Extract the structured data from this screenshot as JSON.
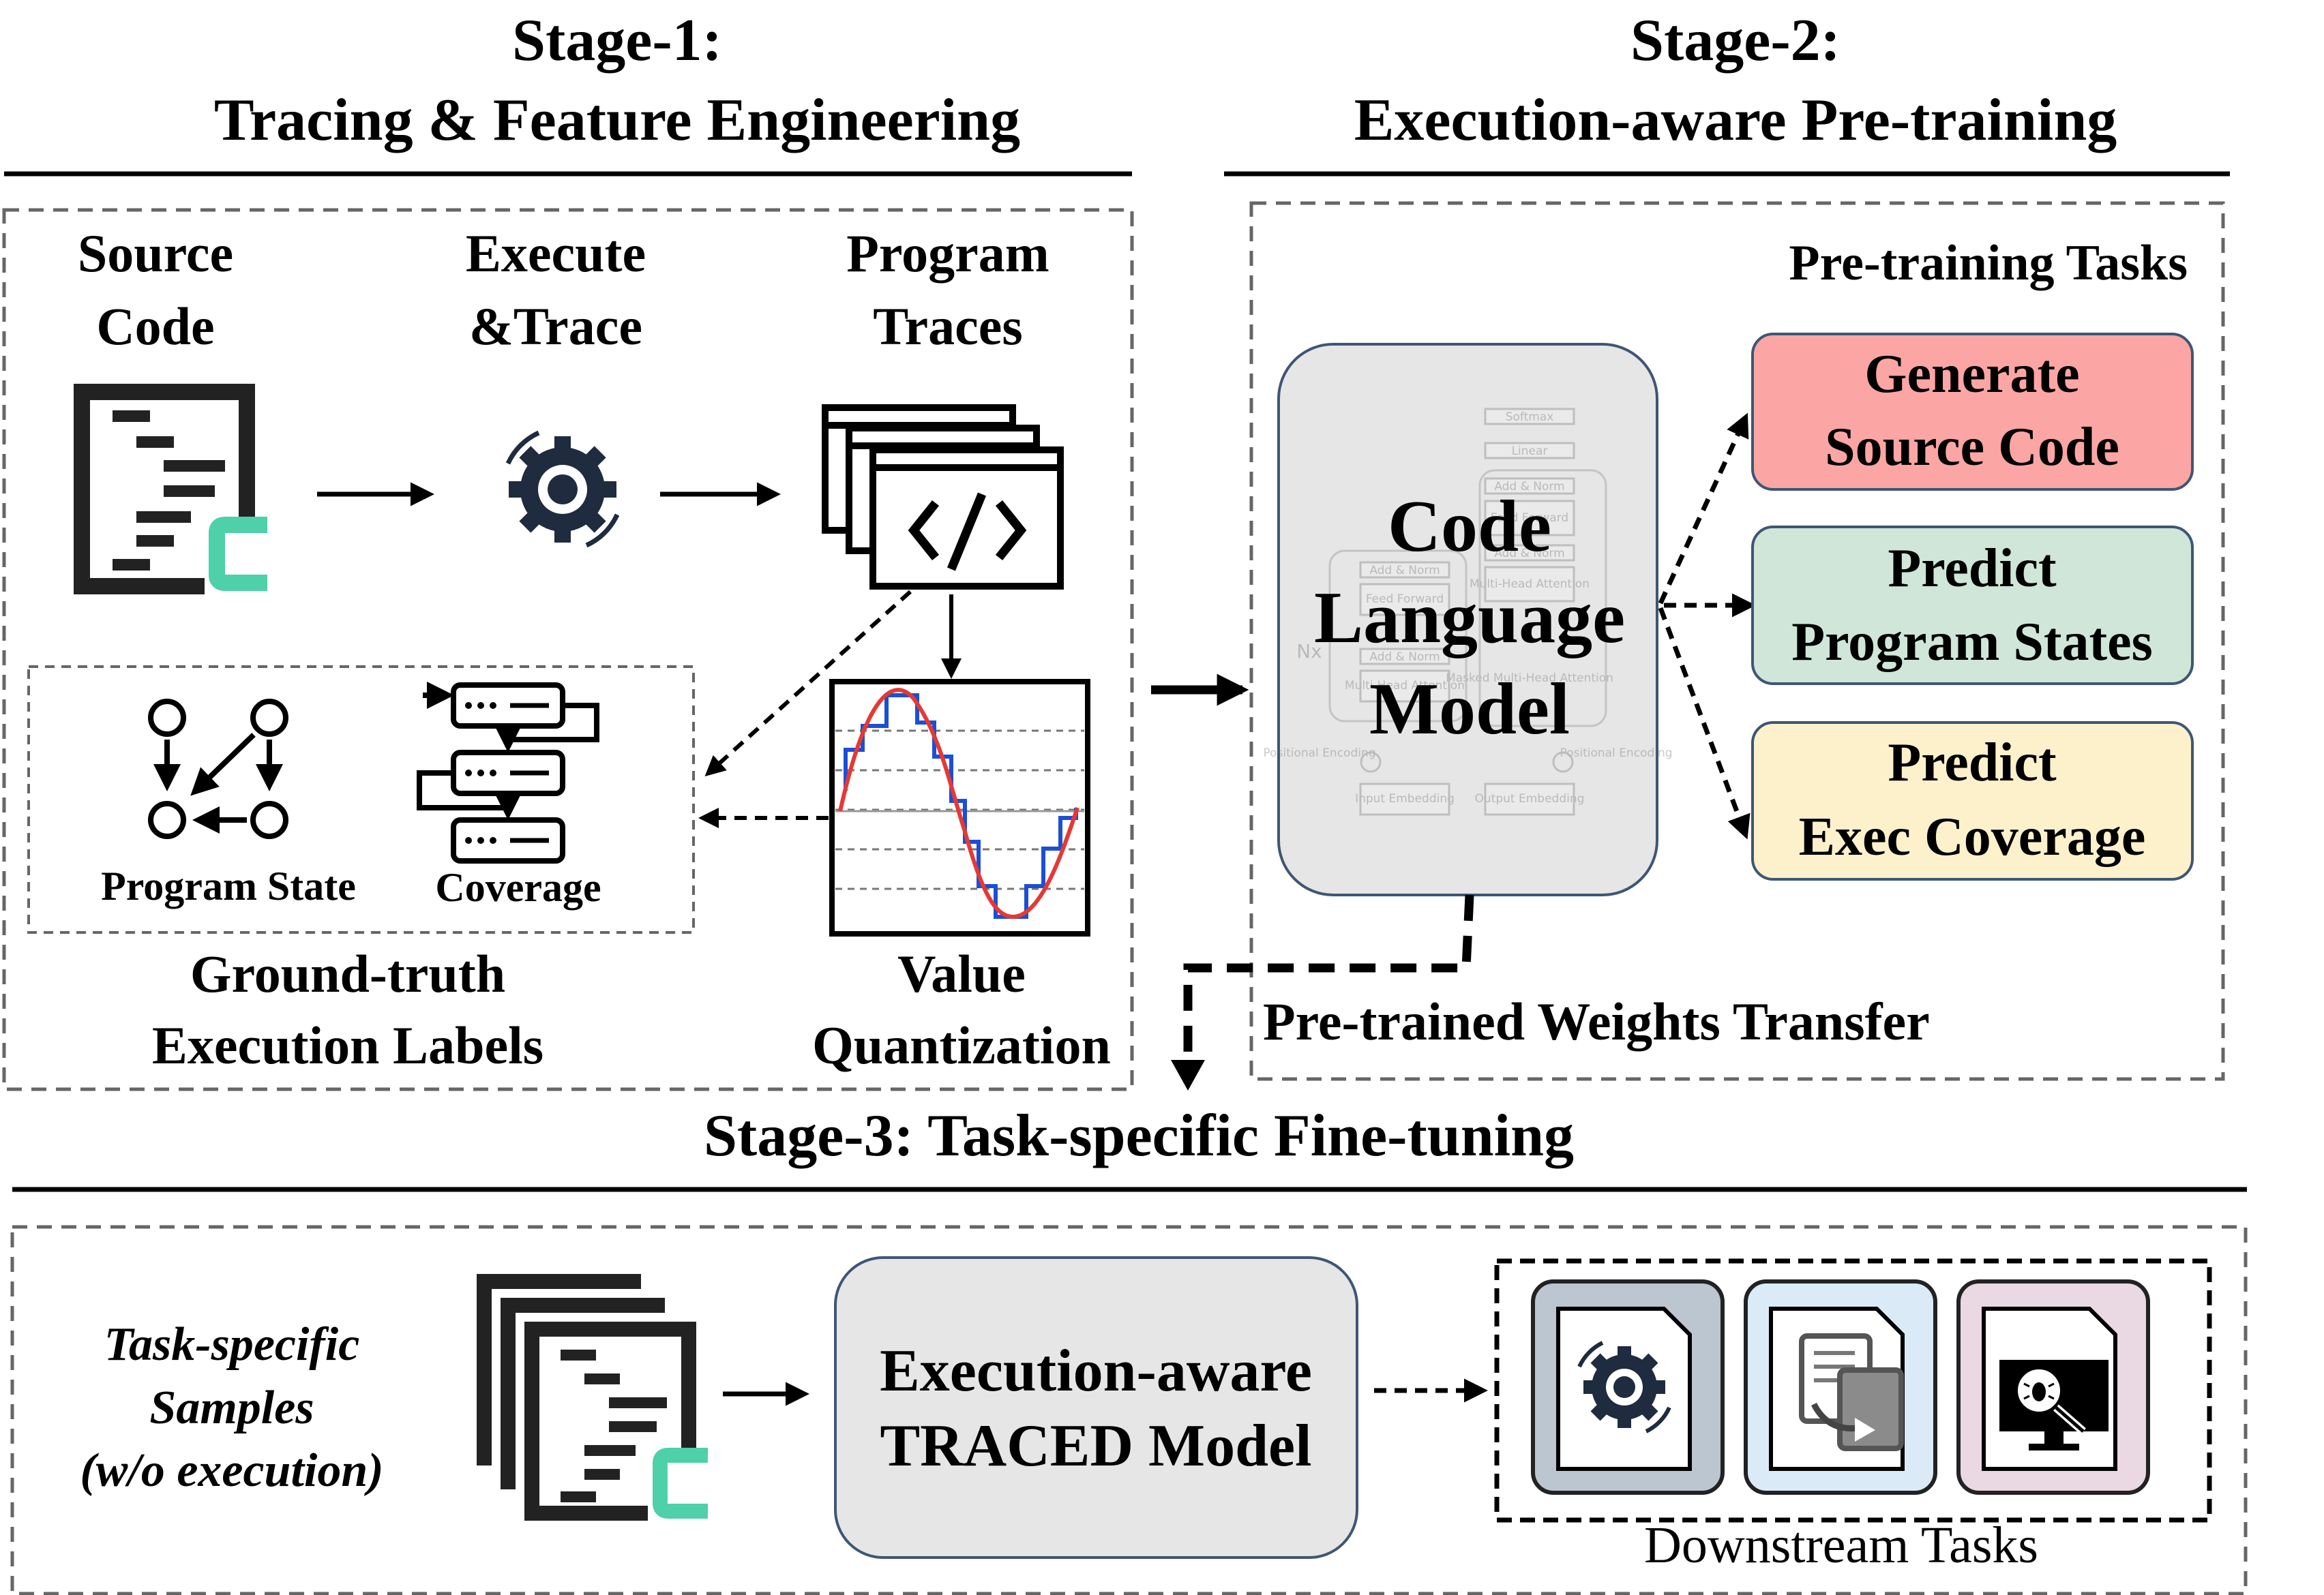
{
  "stage1": {
    "heading_line1": "Stage-1:",
    "heading_line2": "Tracing & Feature Engineering",
    "source_code_line1": "Source",
    "source_code_line2": "Code",
    "execute_line1": "Execute",
    "execute_line2": "&Trace",
    "traces_line1": "Program",
    "traces_line2": "Traces",
    "program_state_label": "Program State",
    "coverage_label": "Coverage",
    "ground_truth_line1": "Ground-truth",
    "ground_truth_line2": "Execution Labels",
    "quantization_line1": "Value",
    "quantization_line2": "Quantization"
  },
  "stage2": {
    "heading_line1": "Stage-2:",
    "heading_line2": "Execution-aware Pre-training",
    "tasks_title": "Pre-training Tasks",
    "model_line1": "Code",
    "model_line2": "Language",
    "model_line3": "Model",
    "transformer_labels": {
      "softmax": "Softmax",
      "linear": "Linear",
      "add_norm": "Add & Norm",
      "feed_forward": "Feed Forward",
      "multi_head": "Multi-Head Attention",
      "masked_multi_head": "Masked Multi-Head Attention",
      "positional_encoding": "Positional Encoding",
      "input_embedding": "Input Embedding",
      "output_embedding": "Output Embedding",
      "nx": "Nx"
    },
    "task1_line1": "Generate",
    "task1_line2": "Source Code",
    "task2_line1": "Predict",
    "task2_line2": "Program States",
    "task3_line1": "Predict",
    "task3_line2": "Exec Coverage",
    "transfer_label": "Pre-trained Weights Transfer"
  },
  "stage3": {
    "heading": "Stage-3: Task-specific Fine-tuning",
    "samples_line1": "Task-specific",
    "samples_line2": "Samples",
    "samples_line3": "(w/o execution)",
    "model_line1": "Execution-aware",
    "model_line2": "TRACED Model",
    "downstream_label": "Downstream Tasks"
  },
  "colors": {
    "task_generate": "#fca5a5",
    "task_states": "#cfe6d8",
    "task_coverage": "#fdf1cc",
    "model_gray": "#e6e6e6",
    "teal_accent": "#4ed0a9",
    "icon_navy": "#1f2b3e",
    "sine_red": "#e53935",
    "step_blue": "#1a4fd6",
    "tile_gray": "#bcc6d0",
    "tile_blue": "#dbeaf7",
    "tile_pink": "#ead8e2"
  },
  "icons": [
    "source-code-icon",
    "gear-cycle-icon",
    "program-traces-icon",
    "program-state-graph-icon",
    "coverage-flow-icon",
    "value-quantization-plot",
    "transformer-watermark",
    "task-samples-icon",
    "gear-document-icon",
    "copy-document-icon",
    "bug-search-monitor-icon"
  ]
}
